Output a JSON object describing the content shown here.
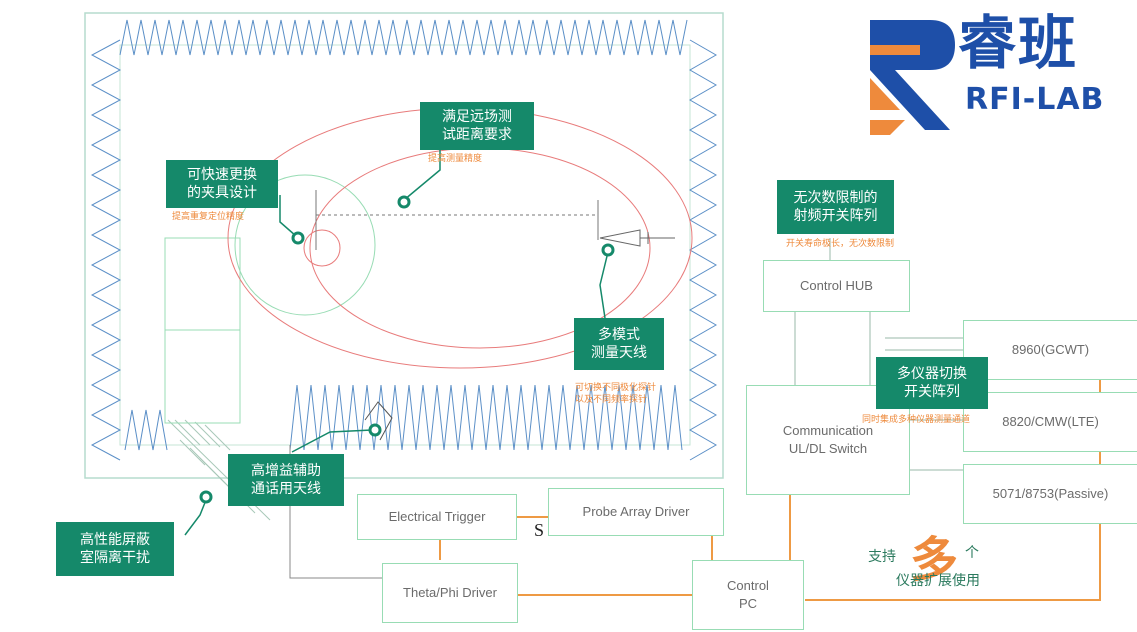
{
  "logo": {
    "text_cn": "睿班",
    "text_en": "RFI-LAB",
    "colors": {
      "blue": "#1e4fa8",
      "orange": "#ee8a3c"
    }
  },
  "callouts": [
    {
      "id": "fixture",
      "label": "可快速更换\n的夹具设计",
      "note": "提高重复定位精度"
    },
    {
      "id": "farfield",
      "label": "满足远场测\n试距离要求",
      "note": "提高测量精度"
    },
    {
      "id": "antenna",
      "label": "多模式\n测量天线",
      "note": "可切换不同极化探针\n以及不同频率探针"
    },
    {
      "id": "gain",
      "label": "高增益辅助\n通话用天线",
      "note": ""
    },
    {
      "id": "shielding",
      "label": "高性能屏蔽\n室隔离干扰",
      "note": ""
    },
    {
      "id": "rfswitch",
      "label": "无次数限制的\n射频开关阵列",
      "note": "开关寿命极长，无次数限制"
    },
    {
      "id": "instrswitch",
      "label": "多仪器切换\n开关阵列",
      "note": "同时集成多种仪器测量通道"
    }
  ],
  "blocks": {
    "control_hub": "Control HUB",
    "comm_switch": "Communication\nUL/DL Switch",
    "instrument_1": "8960(GCWT)",
    "instrument_2": "8820/CMW(LTE)",
    "instrument_3": "5071/8753(Passive)",
    "electrical_trigger": "Electrical Trigger",
    "probe_array_driver": "Probe Array Driver",
    "theta_phi_driver": "Theta/Phi  Driver",
    "control_pc": "Control\nPC"
  },
  "promo": {
    "prefix": "支持",
    "big": "多",
    "suffix": "个",
    "line2": "仪器扩展使用"
  },
  "stray_char": "S",
  "colors": {
    "green": "#15896a",
    "orange_line": "#ee9a44",
    "absorber_blue": "#5b8fc7",
    "red_ellipse": "#e87b7b",
    "light_green": "#98dcb4"
  }
}
